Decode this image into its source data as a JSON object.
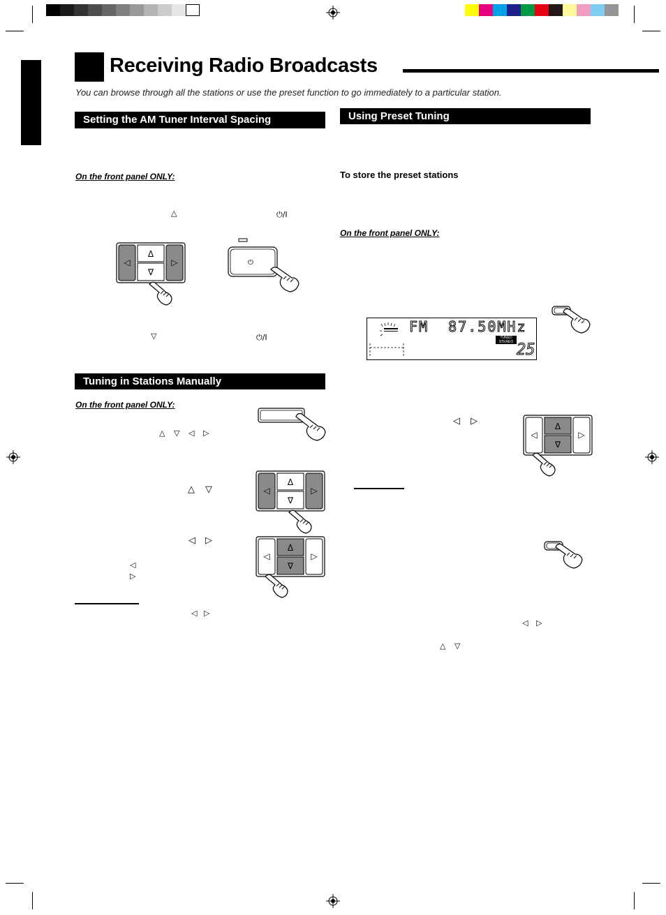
{
  "header": {
    "title": "Receiving Radio Broadcasts",
    "subtitle": "You can browse through all the stations or use the preset function to go immediately to a particular station."
  },
  "sections": {
    "am_spacing": {
      "heading": "Setting the AM Tuner Interval Spacing",
      "front_panel_note": "On the front panel ONLY:"
    },
    "manual": {
      "heading": "Tuning in Stations Manually",
      "front_panel_note": "On the front panel ONLY:"
    },
    "preset": {
      "heading": "Using Preset Tuning",
      "store_label": "To store the preset stations",
      "front_panel_note": "On the front panel ONLY:"
    }
  },
  "display": {
    "readout": "FM  87.50MHz",
    "tuned_badge": "TUNED",
    "stereo_badge": "STEREO",
    "preset_number": "25"
  },
  "glyphs": {
    "up": "△",
    "down": "▽",
    "left": "◁",
    "right": "▷",
    "power": "⏻/I"
  },
  "colors": {
    "gray_bar": [
      "#000000",
      "#1a1a1a",
      "#333333",
      "#4d4d4d",
      "#666666",
      "#808080",
      "#999999",
      "#b3b3b3",
      "#cccccc",
      "#e6e6e6",
      "#ffffff"
    ],
    "color_bar": [
      "#ffff00",
      "#e6007e",
      "#00a0e9",
      "#1d2088",
      "#009944",
      "#e60012",
      "#231815",
      "#fff799",
      "#f19ec2",
      "#7ecef4",
      "#959595"
    ]
  }
}
